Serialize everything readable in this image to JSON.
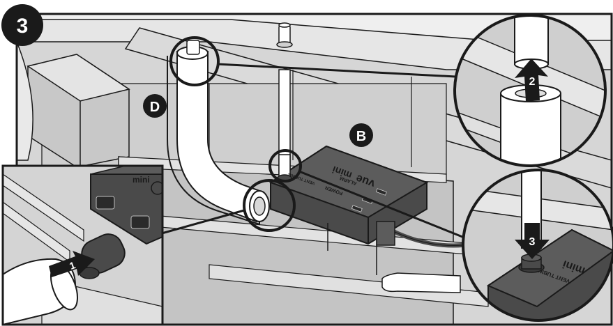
{
  "step": {
    "number": "3"
  },
  "callouts": {
    "b": "B",
    "d": "D"
  },
  "arrows": {
    "a1": "1",
    "a2": "2",
    "a3": "3"
  },
  "device": {
    "brand": "vue",
    "model": "mini",
    "alarm_label": "ALARM",
    "power_label": "POWER",
    "vent_label": "VENT TUBING"
  },
  "colors": {
    "outline": "#1a1a1a",
    "device_body": "#4a4a4a",
    "device_top": "#5a5a5a",
    "wall_light": "#e4e4e4",
    "wall_mid": "#cdcdcd",
    "wall_dark": "#bdbdbd",
    "tube": "#ffffff"
  }
}
